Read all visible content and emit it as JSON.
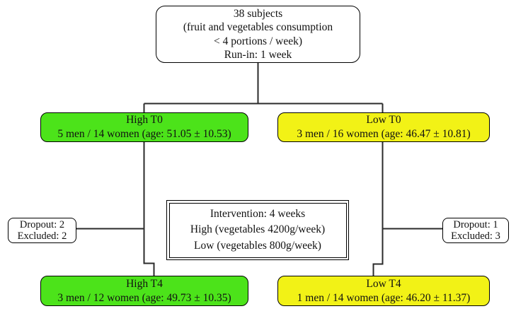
{
  "figure": {
    "background": "#ffffff",
    "line_color": "#2b2b2b",
    "colors": {
      "high_group_fill": "#4ce31a",
      "low_group_fill": "#f2f216",
      "plain_fill": "#ffffff",
      "border": "#000000",
      "text": "#111111"
    },
    "boxes": {
      "enrollment": {
        "lines": [
          "38 subjects",
          "(fruit and vegetables consumption",
          "< 4 portions / week)",
          "Run-in: 1 week"
        ]
      },
      "high_t0": {
        "name": "High T0",
        "detail": "5 men / 14 women (age: 51.05 ± 10.53)"
      },
      "low_t0": {
        "name": "Low T0",
        "detail": "3 men / 16 women (age: 46.47 ± 10.81)"
      },
      "dropout_high": {
        "lines": [
          "Dropout: 2",
          "Excluded: 2"
        ]
      },
      "dropout_low": {
        "lines": [
          "Dropout: 1",
          "Excluded: 3"
        ]
      },
      "intervention": {
        "lines": [
          "Intervention: 4 weeks",
          "High (vegetables 4200g/week)",
          "Low (vegetables 800g/week)"
        ]
      },
      "high_t4": {
        "name": "High T4",
        "detail": "3 men / 12 women (age: 49.73 ± 10.35)"
      },
      "low_t4": {
        "name": "Low T4",
        "detail": "1 men / 14 women (age: 46.20 ± 11.37)"
      }
    }
  }
}
